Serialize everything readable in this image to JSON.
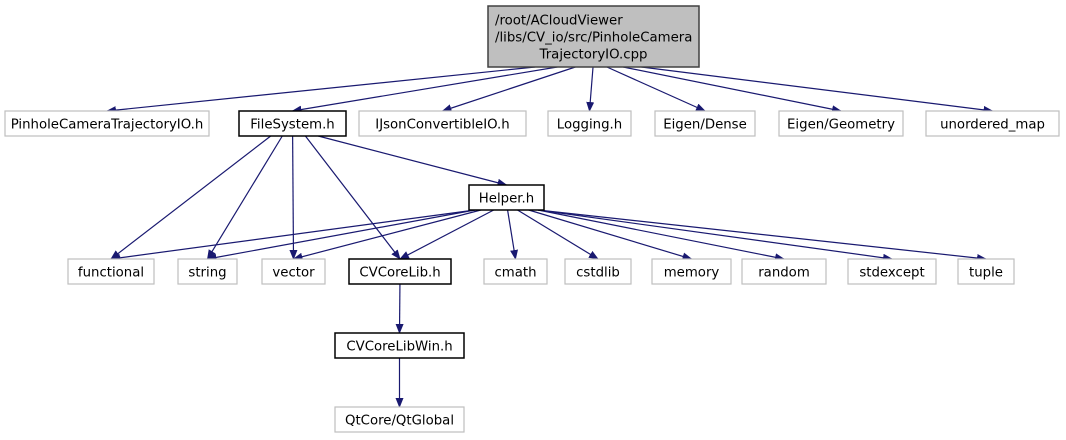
{
  "diagram": {
    "type": "include-dependency-graph",
    "colors": {
      "edge": "#191970",
      "root_fill": "#bfbfbf",
      "root_border": "#404040",
      "documented_border": "#000000",
      "external_border": "#bfbfbf",
      "node_fill": "#ffffff"
    },
    "nodes": [
      {
        "id": "root",
        "kind": "root",
        "lines": [
          "/root/ACloudViewer",
          "/libs/CV_io/src/PinholeCamera",
          "TrajectoryIO.cpp"
        ]
      },
      {
        "id": "pinholecameratrajectoryio_h",
        "kind": "external",
        "lines": [
          "PinholeCameraTrajectoryIO.h"
        ]
      },
      {
        "id": "filesystem_h",
        "kind": "documented",
        "lines": [
          "FileSystem.h"
        ]
      },
      {
        "id": "ijsonconvertibleio_h",
        "kind": "external",
        "lines": [
          "IJsonConvertibleIO.h"
        ]
      },
      {
        "id": "logging_h",
        "kind": "external",
        "lines": [
          "Logging.h"
        ]
      },
      {
        "id": "eigen_dense",
        "kind": "external",
        "lines": [
          "Eigen/Dense"
        ]
      },
      {
        "id": "eigen_geometry",
        "kind": "external",
        "lines": [
          "Eigen/Geometry"
        ]
      },
      {
        "id": "unordered_map",
        "kind": "external",
        "lines": [
          "unordered_map"
        ]
      },
      {
        "id": "helper_h",
        "kind": "documented",
        "lines": [
          "Helper.h"
        ]
      },
      {
        "id": "functional",
        "kind": "external",
        "lines": [
          "functional"
        ]
      },
      {
        "id": "string",
        "kind": "external",
        "lines": [
          "string"
        ]
      },
      {
        "id": "vector",
        "kind": "external",
        "lines": [
          "vector"
        ]
      },
      {
        "id": "cvcorelib_h",
        "kind": "documented",
        "lines": [
          "CVCoreLib.h"
        ]
      },
      {
        "id": "cmath",
        "kind": "external",
        "lines": [
          "cmath"
        ]
      },
      {
        "id": "cstdlib",
        "kind": "external",
        "lines": [
          "cstdlib"
        ]
      },
      {
        "id": "memory",
        "kind": "external",
        "lines": [
          "memory"
        ]
      },
      {
        "id": "random",
        "kind": "external",
        "lines": [
          "random"
        ]
      },
      {
        "id": "stdexcept",
        "kind": "external",
        "lines": [
          "stdexcept"
        ]
      },
      {
        "id": "tuple",
        "kind": "external",
        "lines": [
          "tuple"
        ]
      },
      {
        "id": "cvcorelibwin_h",
        "kind": "documented",
        "lines": [
          "CVCoreLibWin.h"
        ]
      },
      {
        "id": "qtcore_qtglobal",
        "kind": "external",
        "lines": [
          "QtCore/QtGlobal"
        ]
      }
    ],
    "edges": [
      {
        "from": "root",
        "to": "pinholecameratrajectoryio_h"
      },
      {
        "from": "root",
        "to": "filesystem_h"
      },
      {
        "from": "root",
        "to": "ijsonconvertibleio_h"
      },
      {
        "from": "root",
        "to": "logging_h"
      },
      {
        "from": "root",
        "to": "eigen_dense"
      },
      {
        "from": "root",
        "to": "eigen_geometry"
      },
      {
        "from": "root",
        "to": "unordered_map"
      },
      {
        "from": "filesystem_h",
        "to": "functional"
      },
      {
        "from": "filesystem_h",
        "to": "string"
      },
      {
        "from": "filesystem_h",
        "to": "vector"
      },
      {
        "from": "filesystem_h",
        "to": "cvcorelib_h"
      },
      {
        "from": "filesystem_h",
        "to": "helper_h"
      },
      {
        "from": "helper_h",
        "to": "functional"
      },
      {
        "from": "helper_h",
        "to": "string"
      },
      {
        "from": "helper_h",
        "to": "vector"
      },
      {
        "from": "helper_h",
        "to": "cvcorelib_h"
      },
      {
        "from": "helper_h",
        "to": "cmath"
      },
      {
        "from": "helper_h",
        "to": "cstdlib"
      },
      {
        "from": "helper_h",
        "to": "memory"
      },
      {
        "from": "helper_h",
        "to": "random"
      },
      {
        "from": "helper_h",
        "to": "stdexcept"
      },
      {
        "from": "helper_h",
        "to": "tuple"
      },
      {
        "from": "cvcorelib_h",
        "to": "cvcorelibwin_h"
      },
      {
        "from": "cvcorelibwin_h",
        "to": "qtcore_qtglobal"
      }
    ]
  }
}
